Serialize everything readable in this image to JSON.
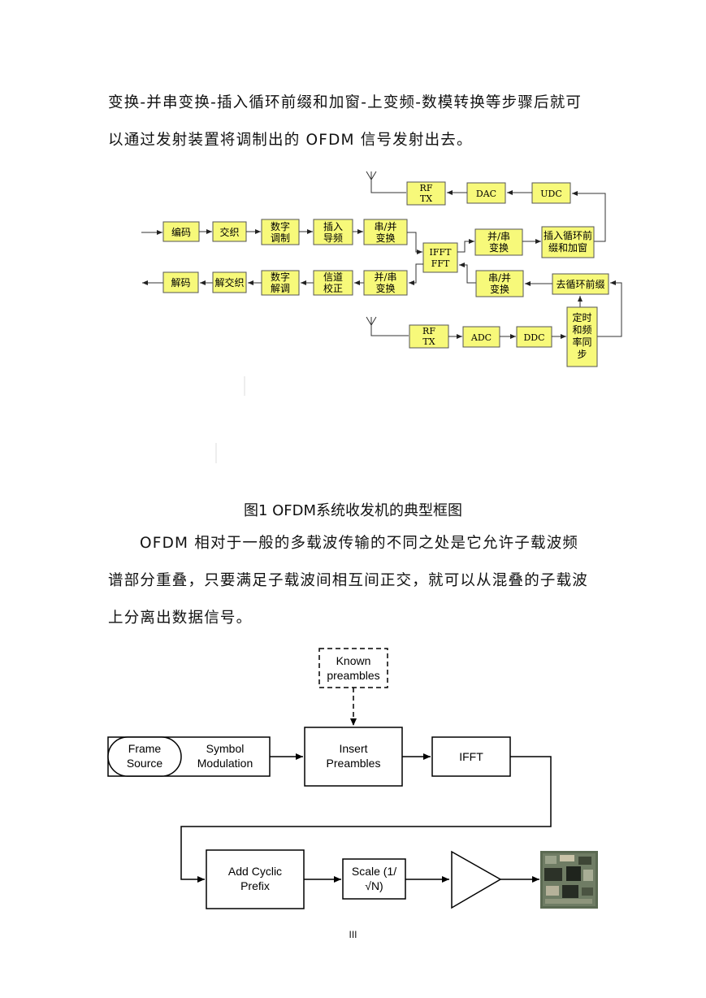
{
  "paragraphs": {
    "top_line1": "变换-并串变换-插入循环前缀和加窗-上变频-数模转换等步骤后就可",
    "top_line2": "以通过发射装置将调制出的 OFDM 信号发射出去。",
    "mid_line1": "OFDM 相对于一般的多载波传输的不同之处是它允许子载波频",
    "mid_line2": "谱部分重叠，只要满足子载波间相互间正交，就可以从混叠的子载波",
    "mid_line3": "上分离出数据信号。"
  },
  "figure1": {
    "caption": "图1 OFDM系统收发机的典型框图",
    "tx_rf_1": "RF",
    "tx_rf_2": "TX",
    "dac": "DAC",
    "udc": "UDC",
    "encode": "编码",
    "interleave": "交织",
    "digmod_1": "数字",
    "digmod_2": "调制",
    "pilot_1": "插入",
    "pilot_2": "导频",
    "sp_1": "串/并",
    "sp_2": "变换",
    "ps_tx_1": "并/串",
    "ps_tx_2": "变换",
    "cp_win_1": "插入循环前",
    "cp_win_2": "缀和加窗",
    "ifft_1": "IFFT",
    "ifft_2": "FFT",
    "decode": "解码",
    "deinterleave": "解交织",
    "digdemod_1": "数字",
    "digdemod_2": "解调",
    "chan_1": "信道",
    "chan_2": "校正",
    "ps_rx_1": "并/串",
    "ps_rx_2": "变换",
    "sp_rx_1": "串/并",
    "sp_rx_2": "变换",
    "remove_cp": "去循环前缀",
    "rx_rf_1": "RF",
    "rx_rf_2": "TX",
    "adc": "ADC",
    "ddc": "DDC",
    "sync_1": "定时",
    "sync_2": "和频",
    "sync_3": "率同",
    "sync_4": "步"
  },
  "figure2": {
    "known_1": "Known",
    "known_2": "preambles",
    "frame_1": "Frame",
    "frame_2": "Source",
    "symbol_1": "Symbol",
    "symbol_2": "Modulation",
    "insert_1": "Insert",
    "insert_2": "Preambles",
    "ifft": "IFFT",
    "cyclic_1": "Add Cyclic",
    "cyclic_2": "Prefix",
    "scale_1": "Scale (1/",
    "scale_2": "√N)"
  },
  "footer": {
    "page_number": "III"
  }
}
